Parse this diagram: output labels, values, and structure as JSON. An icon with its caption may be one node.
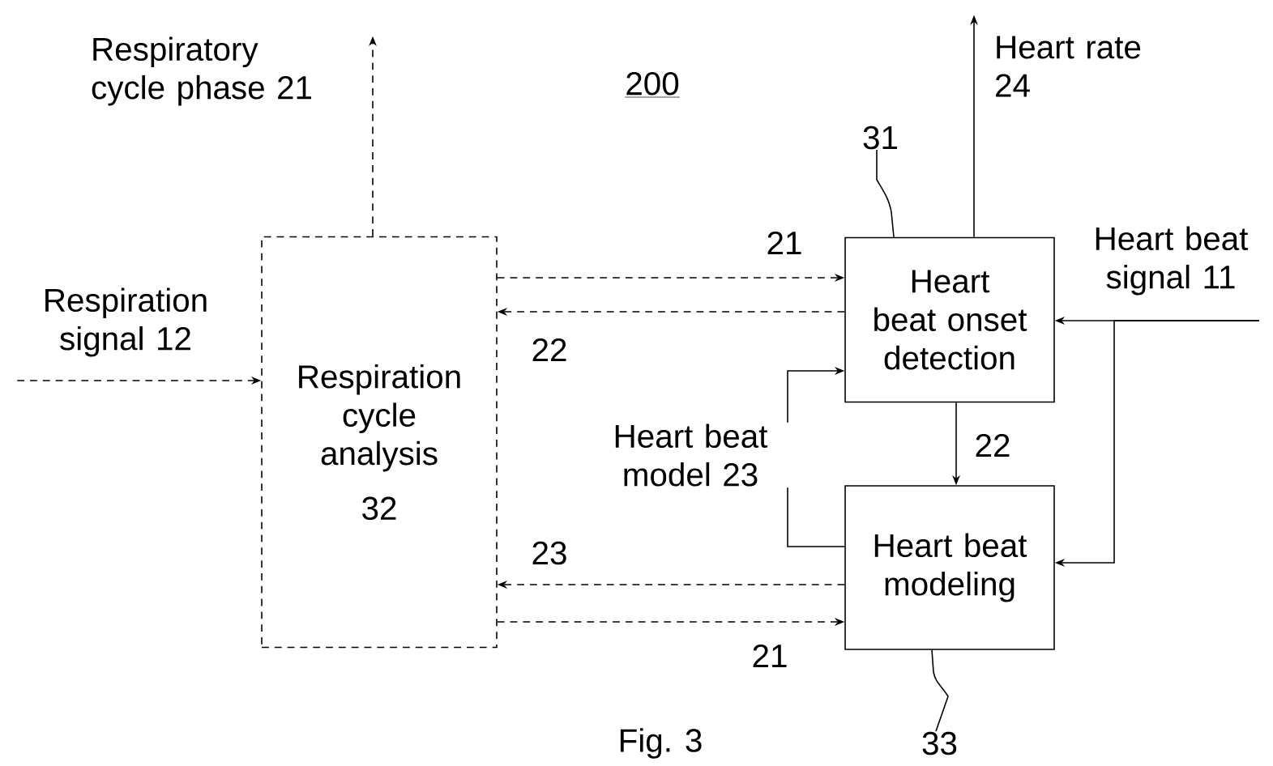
{
  "diagram": {
    "nodes": [
      {
        "text": [
          "Respiration cycle analysis",
          "32"
        ]
      },
      {
        "text": [
          "Heart beat onset detection"
        ]
      },
      {
        "text": [
          "Heart beat modeling"
        ]
      },
      {
        "text": [
          "Respiration signal 12"
        ]
      },
      {
        "text": [
          "Respiratory cycle phase 21"
        ]
      },
      {
        "text": [
          "Heart rate 24"
        ]
      },
      {
        "text": [
          "Heart beat signal 11"
        ]
      },
      {
        "text": [
          "31"
        ]
      },
      {
        "text": [
          "33"
        ]
      }
    ],
    "edges": [
      {
        "from": 3,
        "to": 0,
        "arrow": "to",
        "style": "dashed"
      },
      {
        "from": 0,
        "to": 4,
        "arrow": "to",
        "style": "dashed"
      },
      {
        "from": 1,
        "to": 5,
        "arrow": "to"
      },
      {
        "from": 0,
        "to": 1,
        "arrow": "to",
        "style": "dashed",
        "label": "21"
      },
      {
        "from": 1,
        "to": 0,
        "arrow": "to",
        "style": "dashed",
        "label": "22"
      },
      {
        "from": 2,
        "to": 0,
        "arrow": "to",
        "style": "dashed",
        "label": "23"
      },
      {
        "from": 0,
        "to": 2,
        "arrow": "to",
        "style": "dashed",
        "label": "21"
      },
      {
        "from": 1,
        "to": 2,
        "arrow": "to",
        "label": "22"
      },
      {
        "from": 2,
        "to": 1,
        "arrow": "to",
        "label": "Heart beat model 23"
      },
      {
        "from": 6,
        "to": 1,
        "arrow": "to"
      },
      {
        "from": 6,
        "to": 2,
        "arrow": "to"
      },
      {
        "from": 7,
        "to": 1,
        "arrow": "none"
      },
      {
        "from": 8,
        "to": 2,
        "arrow": "none"
      }
    ],
    "labels": [
      "200",
      "Fig. 3"
    ]
  }
}
